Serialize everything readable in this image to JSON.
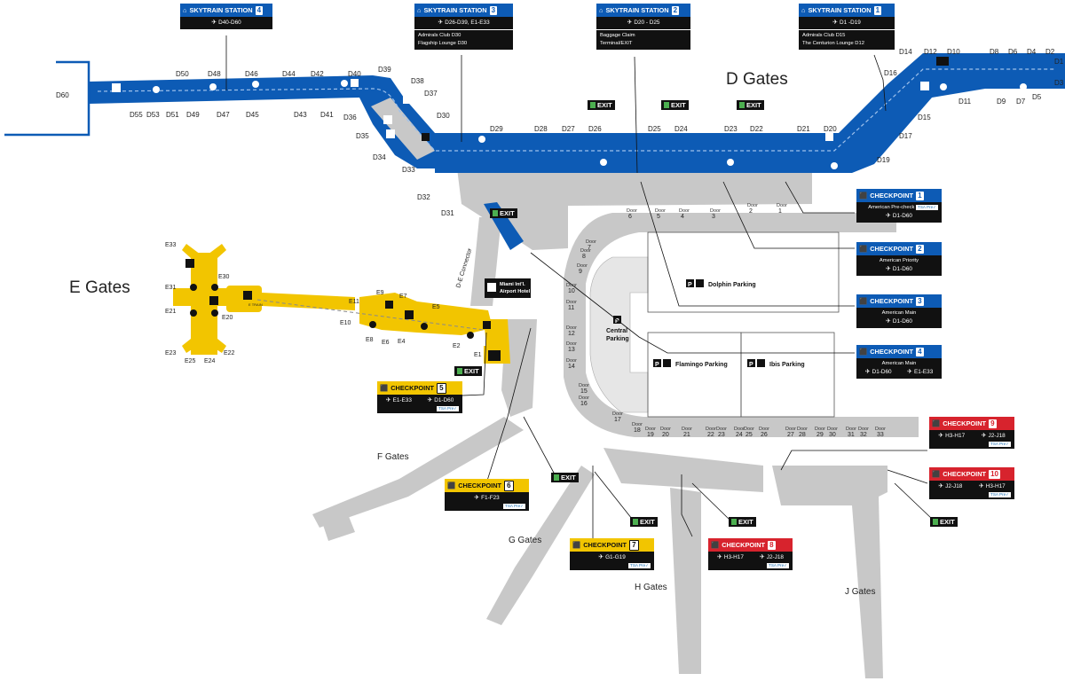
{
  "areas": {
    "d_gates": "D Gates",
    "e_gates": "E Gates",
    "f_gates": "F Gates",
    "g_gates": "G Gates",
    "h_gates": "H Gates",
    "j_gates": "J Gates"
  },
  "colors": {
    "d_concourse": "#0d5bb5",
    "e_concourse": "#f2c500",
    "terminal": "#c8c8c8",
    "checkpoint_blue": "#0d5bb5",
    "checkpoint_yellow": "#f2c500",
    "checkpoint_red": "#d7232d",
    "exit_green": "#4caf50"
  },
  "places": {
    "dolphin_parking": "Dolphin Parking",
    "central_parking_1": "Central",
    "central_parking_2": "Parking",
    "flamingo_parking": "Flamingo Parking",
    "ibis_parking": "Ibis Parking",
    "hotel_1": "Miami Int'l.",
    "hotel_2": "Airport Hotel",
    "de_connector": "D-E Connector",
    "e_train": "E TRAIN",
    "parking_icon": "P"
  },
  "skytrain": [
    {
      "label": "SKYTRAIN STATION",
      "num": "4",
      "gates": "D40-D60",
      "lines": []
    },
    {
      "label": "SKYTRAIN STATION",
      "num": "3",
      "gates": "D26-D39, E1-E33",
      "lines": [
        "Admirals Club D30",
        "Flagship Lounge D30"
      ]
    },
    {
      "label": "SKYTRAIN STATION",
      "num": "2",
      "gates": "D20 - D25",
      "lines": [
        "Baggage Claim",
        "Terminal/EXIT"
      ]
    },
    {
      "label": "SKYTRAIN STATION",
      "num": "1",
      "gates": "D1 -D19",
      "lines": [
        "Admirals Club D15",
        "The Centurion Lounge D12"
      ]
    }
  ],
  "checkpoints": [
    {
      "label": "CHECKPOINT",
      "num": "1",
      "sub": "American Pre-check",
      "gates": [
        "D1-D60"
      ],
      "tsa": "TSA Pre✓"
    },
    {
      "label": "CHECKPOINT",
      "num": "2",
      "sub": "American Priority",
      "gates": [
        "D1-D60"
      ],
      "tsa": ""
    },
    {
      "label": "CHECKPOINT",
      "num": "3",
      "sub": "American Main",
      "gates": [
        "D1-D60"
      ],
      "tsa": ""
    },
    {
      "label": "CHECKPOINT",
      "num": "4",
      "sub": "American Main",
      "gates": [
        "D1-D60",
        "E1-E33"
      ],
      "tsa": ""
    },
    {
      "label": "CHECKPOINT",
      "num": "5",
      "sub": "",
      "gates": [
        "E1-E33",
        "D1-D60"
      ],
      "tsa": "TSA Pre✓"
    },
    {
      "label": "CHECKPOINT",
      "num": "6",
      "sub": "",
      "gates": [
        "F1-F23"
      ],
      "tsa": "TSA Pre✓"
    },
    {
      "label": "CHECKPOINT",
      "num": "7",
      "sub": "",
      "gates": [
        "G1-G19"
      ],
      "tsa": "TSA Pre✓"
    },
    {
      "label": "CHECKPOINT",
      "num": "8",
      "sub": "",
      "gates": [
        "H3-H17",
        "J2-J18"
      ],
      "tsa": "TSA Pre✓"
    },
    {
      "label": "CHECKPOINT",
      "num": "9",
      "sub": "",
      "gates": [
        "H3-H17",
        "J2-J18"
      ],
      "tsa": "TSA Pre✓"
    },
    {
      "label": "CHECKPOINT",
      "num": "10",
      "sub": "",
      "gates": [
        "J2-J18",
        "H3-H17"
      ],
      "tsa": "TSA Pre✓"
    }
  ],
  "exit_label": "EXIT",
  "d_gates_top": [
    "D50",
    "D48",
    "D46",
    "D44",
    "D42",
    "D40",
    "D39",
    "D38",
    "D37",
    "D30",
    "D29",
    "D28",
    "D27",
    "D26",
    "D25",
    "D24",
    "D23",
    "D22",
    "D21",
    "D20",
    "D16",
    "D14",
    "D12",
    "D10",
    "D8",
    "D6",
    "D4",
    "D2",
    "D1",
    "D3"
  ],
  "d_gates_bottom": [
    "D55",
    "D53",
    "D51",
    "D49",
    "D47",
    "D45",
    "D43",
    "D41",
    "D36",
    "D35",
    "D34",
    "D33",
    "D32",
    "D31",
    "D19",
    "D17",
    "D15",
    "D11",
    "D9",
    "D7",
    "D5",
    "D60"
  ],
  "e_gates": [
    "E33",
    "E30",
    "E31",
    "E20",
    "E21",
    "E23",
    "E25",
    "E24",
    "E22",
    "E11",
    "E10",
    "E9",
    "E7",
    "E8",
    "E6",
    "E4",
    "E5",
    "E2",
    "E1"
  ],
  "door_label": "Door",
  "doors_top": [
    "6",
    "5",
    "4",
    "3",
    "2",
    "1"
  ],
  "doors_left": [
    "7",
    "8",
    "9",
    "10",
    "11",
    "12",
    "13",
    "14",
    "15",
    "16",
    "17"
  ],
  "doors_bottom": [
    "18",
    "19",
    "20",
    "21",
    "22",
    "23",
    "24",
    "25",
    "26",
    "27",
    "28",
    "29",
    "30",
    "31",
    "32",
    "33"
  ]
}
